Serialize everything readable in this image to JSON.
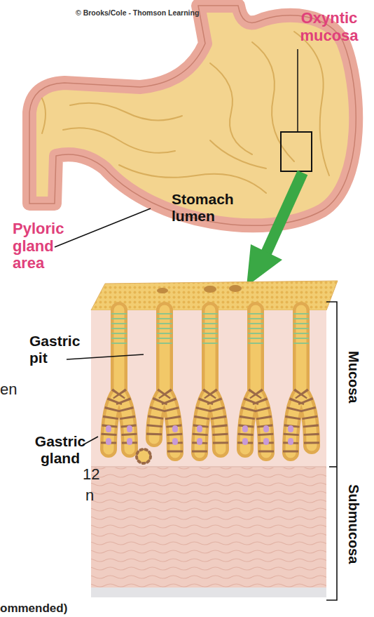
{
  "diagram": {
    "labels": [
      "Oxyntic mucosa",
      "© Brooks/Cole - Thomson Learning",
      "Stomach lumen",
      "Pyloric gland area",
      "Gastric pit",
      "Gastric gland",
      "Mucosa",
      "Submucosa",
      "en",
      "12",
      "n",
      "ommended)"
    ]
  }
}
